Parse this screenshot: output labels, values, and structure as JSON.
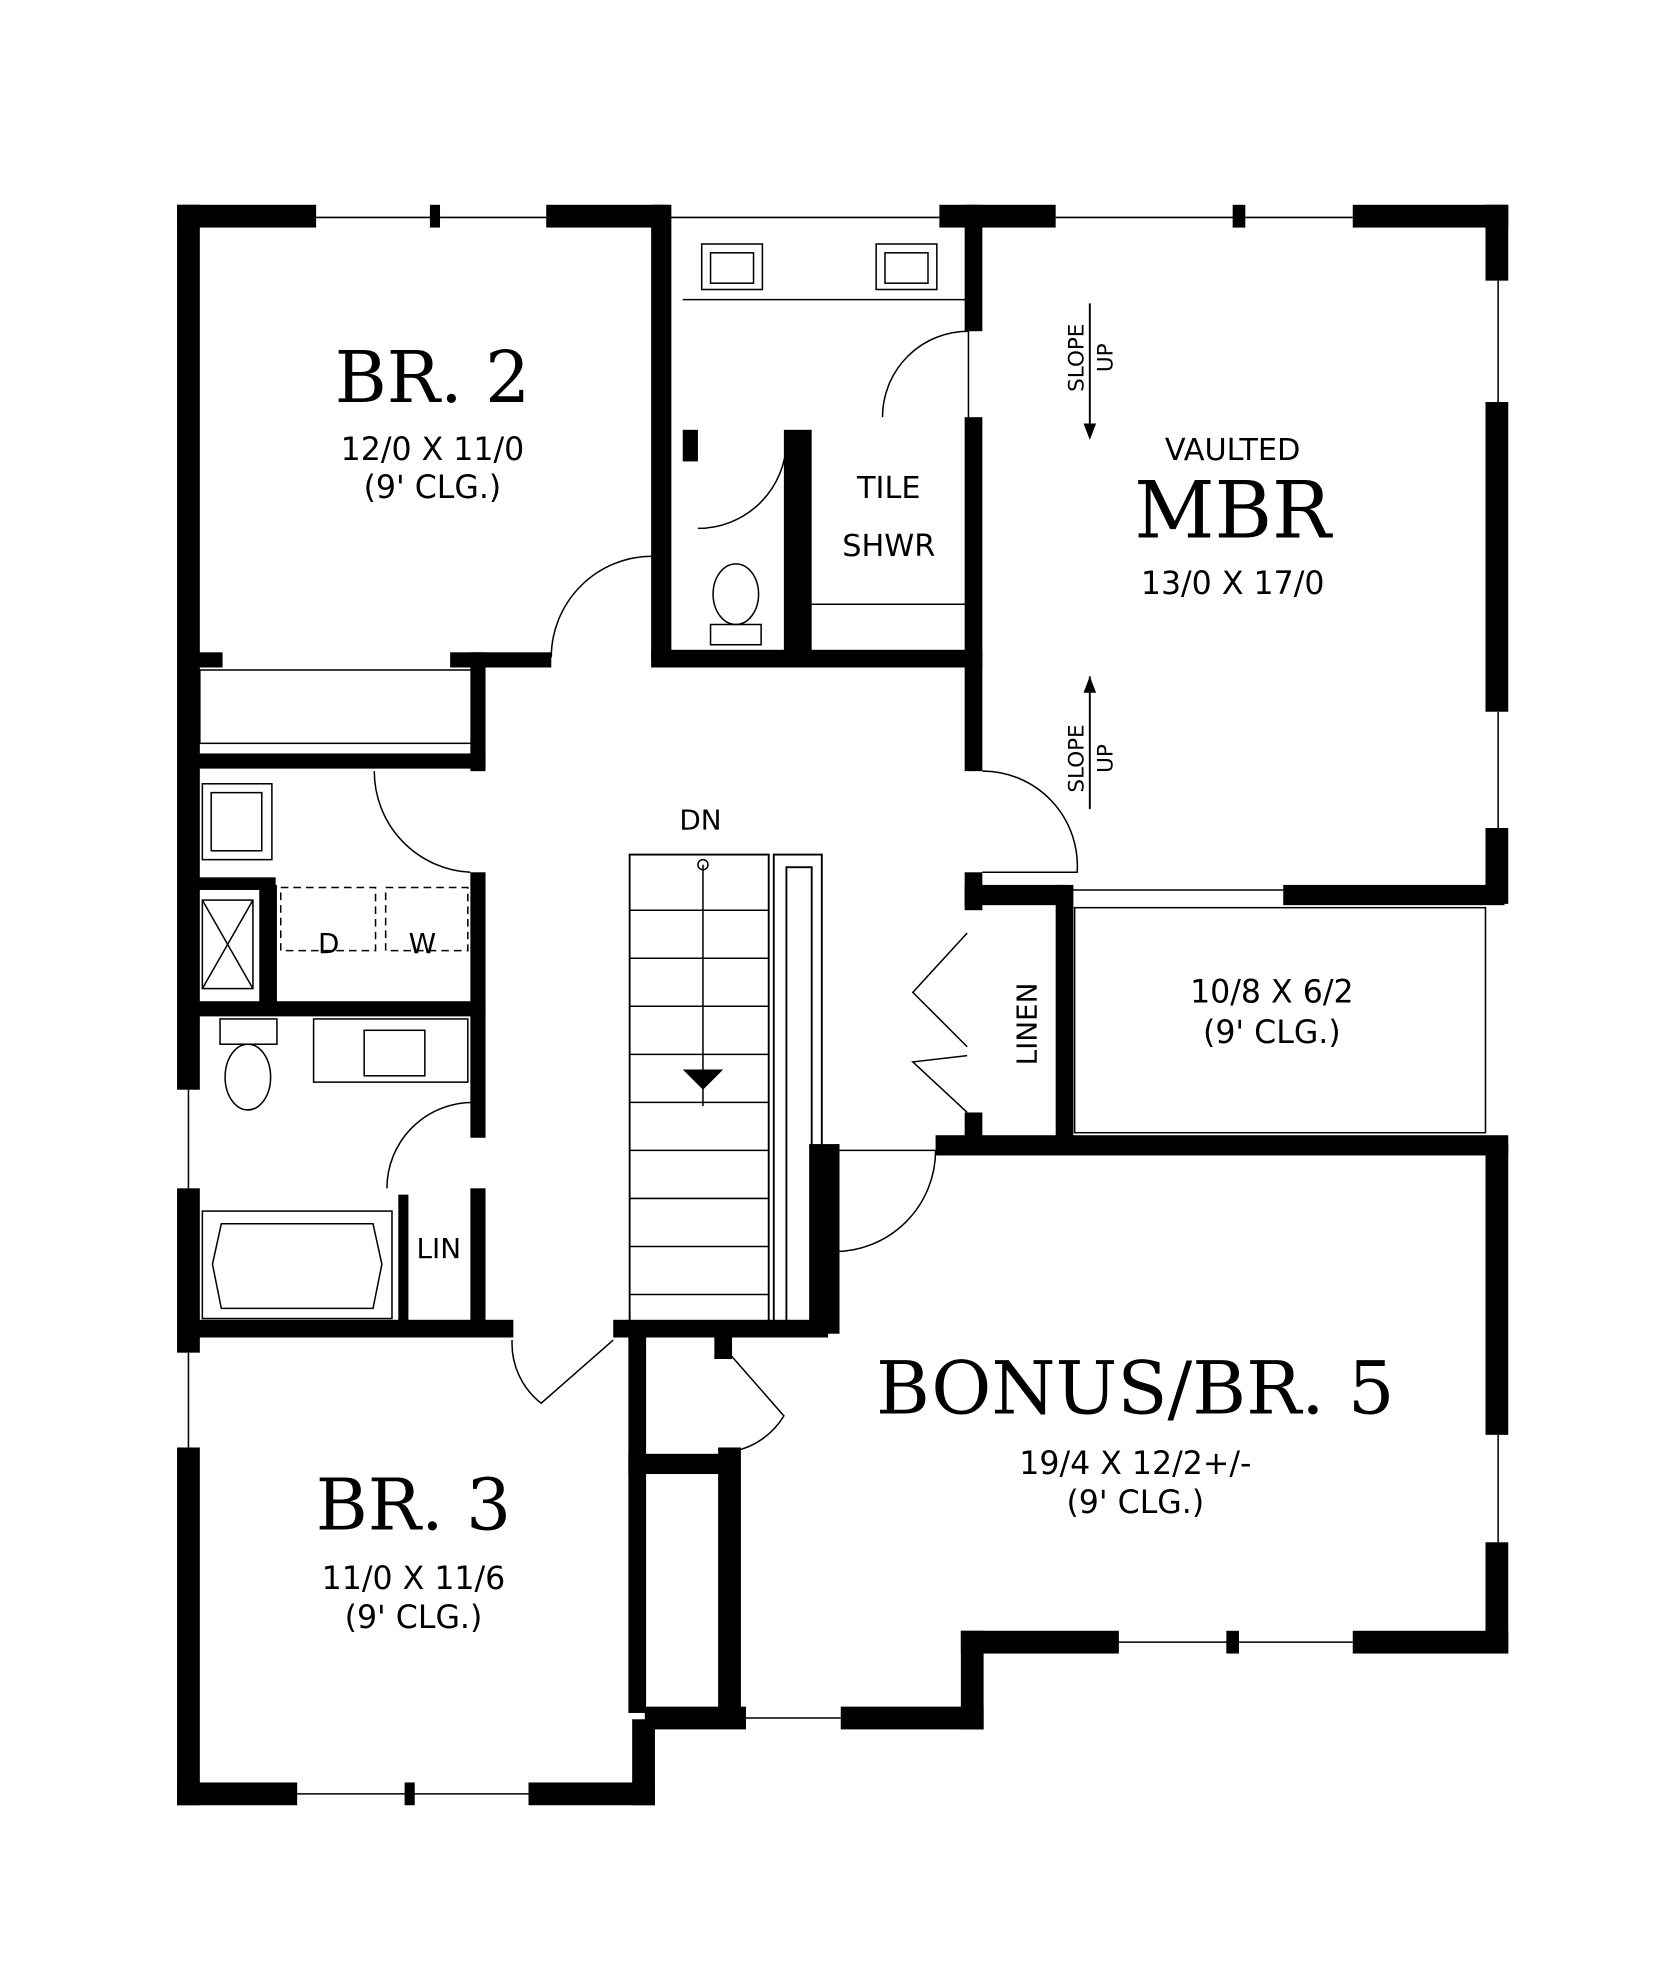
{
  "rooms": {
    "br2": {
      "name": "BR. 2",
      "size": "12/0 X 11/0",
      "ceiling": "(9' CLG.)"
    },
    "mbr": {
      "prefix": "VAULTED",
      "name": "MBR",
      "size": "13/0 X 17/0"
    },
    "closet": {
      "size": "10/8 X 6/2",
      "ceiling": "(9' CLG.)"
    },
    "bonus": {
      "name": "BONUS/BR. 5",
      "size": "19/4 X 12/2+/-",
      "ceiling": "(9' CLG.)"
    },
    "br3": {
      "name": "BR. 3",
      "size": "11/0 X 11/6",
      "ceiling": "(9' CLG.)"
    }
  },
  "labels": {
    "tile": "TILE",
    "shwr": "SHWR",
    "dn": "DN",
    "linen": "LINEN",
    "lin": "LIN",
    "dryer": "D",
    "washer": "W",
    "slope": "SLOPE",
    "up": "UP"
  }
}
